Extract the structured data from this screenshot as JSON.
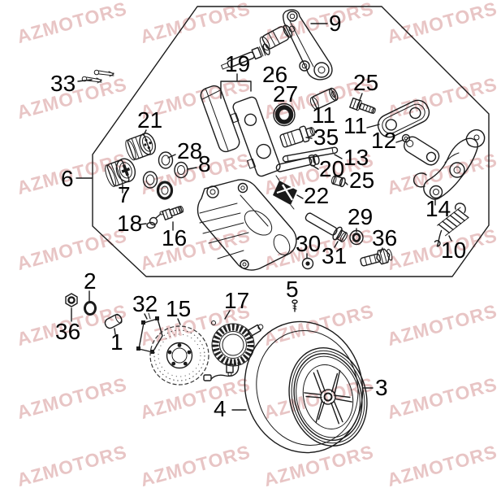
{
  "watermark": {
    "text": "AZMOTORS",
    "color": "rgba(190,95,95,0.36)"
  },
  "colors": {
    "line": "#1a1a1a",
    "background": "#ffffff",
    "label": "#000000",
    "watermark_pink": "#eec8c8"
  },
  "labels": {
    "n1": "1",
    "n2": "2",
    "n3": "3",
    "n4": "4",
    "n5": "5",
    "n6": "6",
    "n7": "7",
    "n8": "8",
    "n9": "9",
    "n10": "10",
    "n11": "11",
    "n12": "12",
    "n13": "13",
    "n14": "14",
    "n15": "15",
    "n16": "16",
    "n17": "17",
    "n18": "18",
    "n19": "19",
    "n20": "20",
    "n21": "21",
    "n22": "22",
    "n25": "25",
    "n26": "26",
    "n27": "27",
    "n28": "28",
    "n29": "29",
    "n30": "30",
    "n31": "31",
    "n32": "32",
    "n33": "33",
    "n35": "35",
    "n36": "36"
  }
}
